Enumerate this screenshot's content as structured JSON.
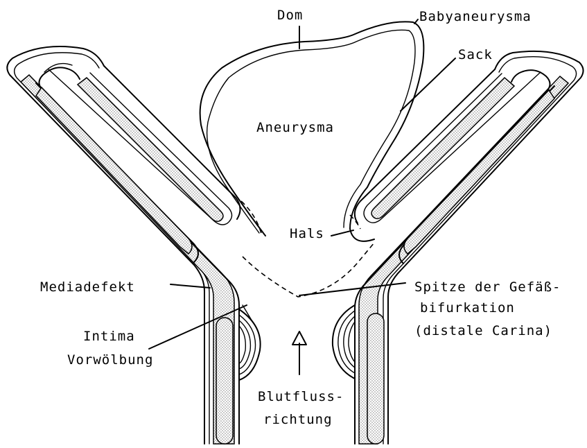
{
  "labels": {
    "dom": "Dom",
    "babyaneurysma": "Babyaneurysma",
    "sack": "Sack",
    "aneurysma": "Aneurysma",
    "hals": "Hals",
    "mediadefekt": "Mediadefekt",
    "spitze_line1": "Spitze der Gefäß-",
    "spitze_line2": "bifurkation",
    "spitze_line3": "(distale Carina)",
    "intima": "Intima",
    "vorwoelbung": "Vorwölbung",
    "blutfluss_line1": "Blutfluss-",
    "blutfluss_line2": "richtung"
  },
  "colors": {
    "ink": "#000000",
    "background": "#ffffff",
    "stipple": "#9a9a9a"
  }
}
